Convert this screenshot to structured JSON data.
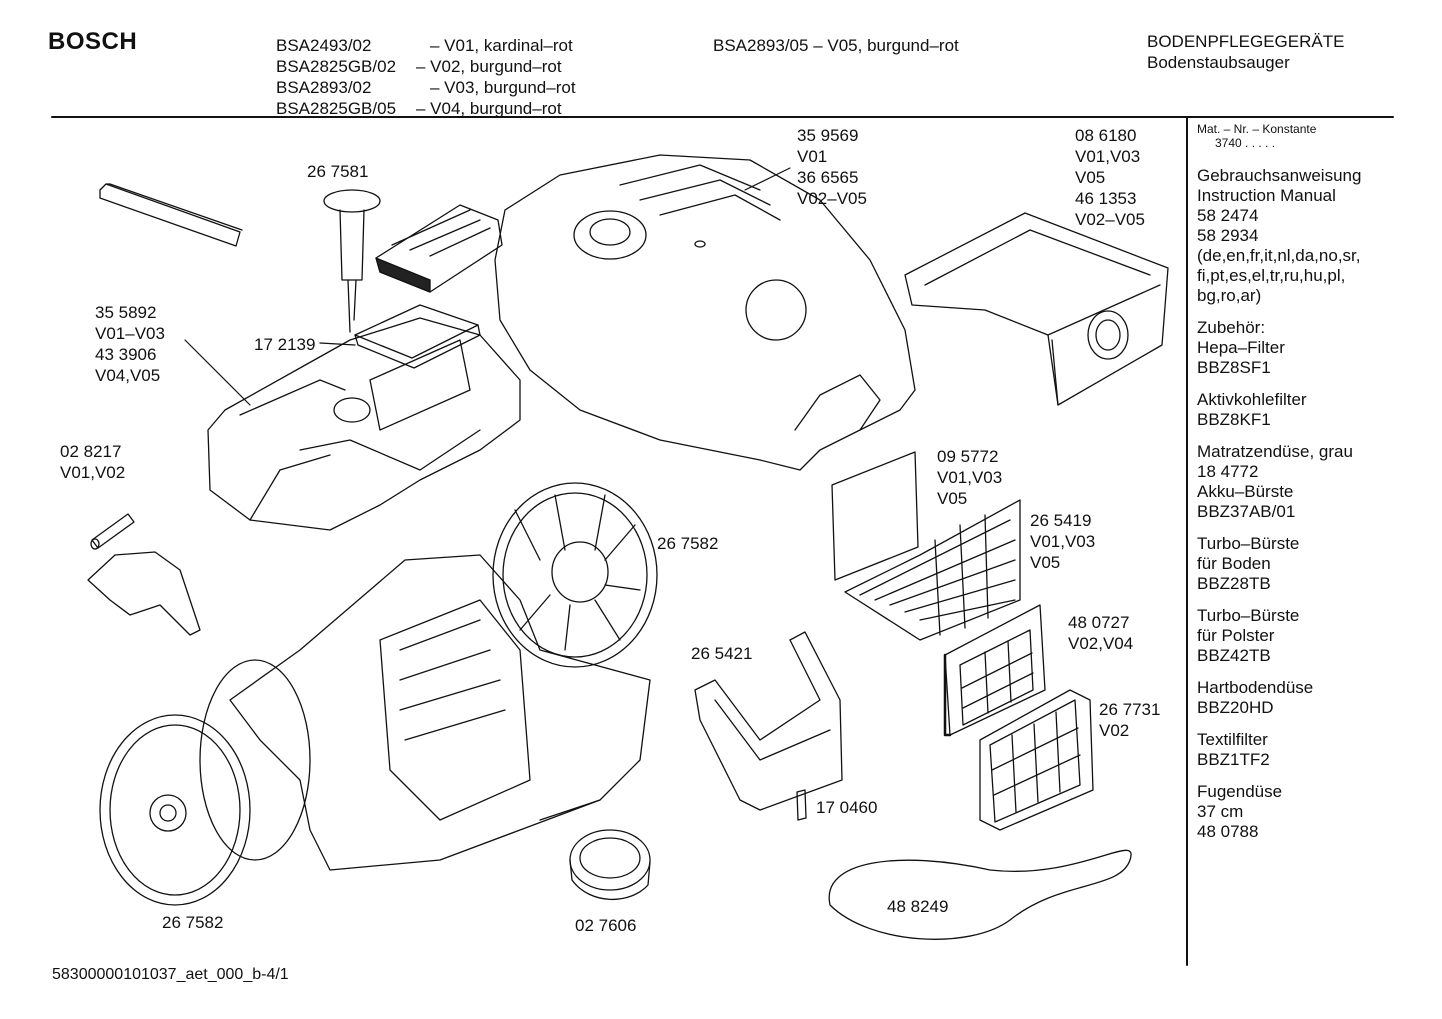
{
  "brand": "BOSCH",
  "header": {
    "models": [
      {
        "model": "BSA2493/02",
        "variant": "– V01, kardinal–rot"
      },
      {
        "model": "BSA2825GB/02",
        "variant": "– V02, burgund–rot"
      },
      {
        "model": "BSA2893/02",
        "variant": "– V03, burgund–rot"
      },
      {
        "model": "BSA2825GB/05",
        "variant": "– V04, burgund–rot"
      }
    ],
    "model_extra": "BSA2893/05 – V05, burgund–rot",
    "category": "BODENPFLEGEGERÄTE",
    "subcategory": "Bodenstaubsauger"
  },
  "sidebar": {
    "mat_label": "Mat. – Nr. – Konstante",
    "mat_value": "3740  .  .  .  .  .",
    "groups": [
      [
        "Gebrauchsanweisung",
        "Instruction Manual",
        "58 2474",
        "58 2934",
        "(de,en,fr,it,nl,da,no,sr,",
        "fi,pt,es,el,tr,ru,hu,pl,",
        "bg,ro,ar)"
      ],
      [
        "Zubehör:",
        "Hepa–Filter",
        "BBZ8SF1"
      ],
      [
        "Aktivkohlefilter",
        "BBZ8KF1"
      ],
      [
        "Matratzendüse, grau",
        "18 4772",
        "Akku–Bürste",
        "BBZ37AB/01"
      ],
      [
        "Turbo–Bürste",
        "für Boden",
        "BBZ28TB"
      ],
      [
        "Turbo–Bürste",
        "für Polster",
        "BBZ42TB"
      ],
      [
        "Hartbodendüse",
        "BBZ20HD"
      ],
      [
        "Textilfilter",
        "BBZ1TF2"
      ],
      [
        "Fugendüse",
        "37 cm",
        "48 0788"
      ]
    ]
  },
  "parts": {
    "p267581": "26 7581",
    "p359569": [
      "35 9569",
      "V01",
      "36 6565",
      "V02–V05"
    ],
    "p086180": [
      "08 6180",
      "V01,V03",
      "V05",
      "46 1353",
      "V02–V05"
    ],
    "p355892": [
      "35 5892",
      "V01–V03",
      "43 3906",
      "V04,V05"
    ],
    "p172139": "17 2139",
    "p028217": [
      "02 8217",
      "V01,V02"
    ],
    "p095772": [
      "09 5772",
      "V01,V03",
      "V05"
    ],
    "p265419": [
      "26 5419",
      "V01,V03",
      "V05"
    ],
    "p267582a": "26 7582",
    "p480727": [
      "48 0727",
      "V02,V04"
    ],
    "p265421": "26 5421",
    "p267731": [
      "26 7731",
      "V02"
    ],
    "p170460": "17 0460",
    "p488249": "48 8249",
    "p267582b": "26 7582",
    "p027606": "02 7606"
  },
  "footer": "58300000101037_aet_000_b-4/1"
}
